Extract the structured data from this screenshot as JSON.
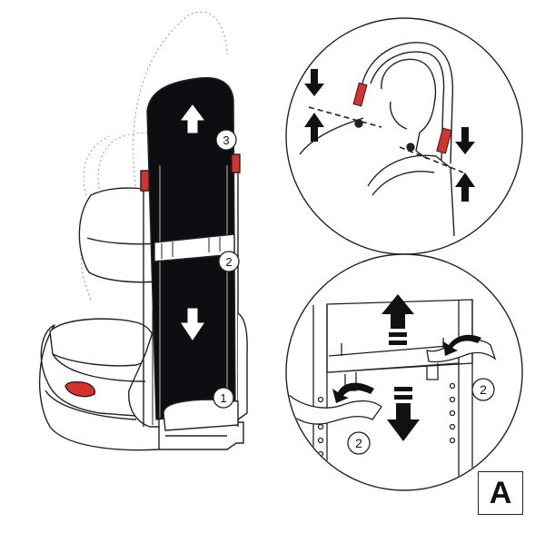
{
  "figure": {
    "panel_label": "A",
    "callouts": {
      "seat_main_3": "3",
      "seat_main_2": "2",
      "seat_main_1": "1",
      "detail_guide_left": "2",
      "detail_guide_right": "2"
    },
    "colors": {
      "line": "#222222",
      "backrest": "#0d0d12",
      "accent_red": "#d8322c",
      "hint": "#9a9a9a"
    },
    "icons": [
      "up-arrow-icon",
      "down-arrow-icon",
      "strap-guide-icon",
      "curved-arrow-icon"
    ]
  }
}
